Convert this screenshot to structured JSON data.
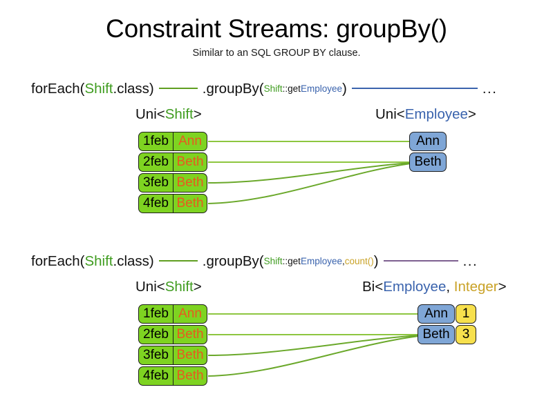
{
  "header": {
    "title": "Constraint Streams: groupBy()",
    "subtitle": "Similar to an SQL GROUP BY clause."
  },
  "colors": {
    "shift_green": "#7ed321",
    "shift_text_green": "#3f9c1f",
    "employee_blue": "#7fa6d6",
    "employee_text_blue": "#3a63ad",
    "count_yellow": "#f7e04d",
    "count_text_gold": "#c9a227",
    "name_orange": "#e8591f",
    "connector_green": "#6aa82a",
    "connector_blue": "#3a63ad",
    "connector_purple": "#7d5f8f",
    "border_dark": "#1d1d1d"
  },
  "sections": [
    {
      "id": "groupby-single",
      "code": {
        "for_each": "forEach(",
        "for_each_type": "Shift",
        "for_each_tail": ".class)",
        "group_by": ".groupBy(",
        "arg_class": "Shift",
        "arg_sep": "::get",
        "arg_prop": "Employee",
        "group_by_tail": ")",
        "ellipsis": "..."
      },
      "left_type": {
        "prefix": "Uni<",
        "generic": "Shift",
        "suffix": ">"
      },
      "right_type": {
        "prefix": "Uni<",
        "generic": "Employee",
        "suffix": ">"
      },
      "shifts": [
        {
          "date": "1feb",
          "employee": "Ann"
        },
        {
          "date": "2feb",
          "employee": "Beth"
        },
        {
          "date": "3feb",
          "employee": "Beth"
        },
        {
          "date": "4feb",
          "employee": "Beth"
        }
      ],
      "groups": [
        {
          "employee": "Ann",
          "count": null
        },
        {
          "employee": "Beth",
          "count": null
        }
      ],
      "mapping": [
        0,
        1,
        1,
        1
      ]
    },
    {
      "id": "groupby-count",
      "code": {
        "for_each": "forEach(",
        "for_each_type": "Shift",
        "for_each_tail": ".class)",
        "group_by": ".groupBy(",
        "arg_class": "Shift",
        "arg_sep": "::get",
        "arg_prop": "Employee",
        "arg_comma": ", ",
        "arg_collector": "count()",
        "group_by_tail": ")",
        "ellipsis": "..."
      },
      "left_type": {
        "prefix": "Uni<",
        "generic": "Shift",
        "suffix": ">"
      },
      "right_type": {
        "prefix": "Bi<",
        "generic": "Employee",
        "comma": ", ",
        "generic2": "Integer",
        "suffix": ">"
      },
      "shifts": [
        {
          "date": "1feb",
          "employee": "Ann"
        },
        {
          "date": "2feb",
          "employee": "Beth"
        },
        {
          "date": "3feb",
          "employee": "Beth"
        },
        {
          "date": "4feb",
          "employee": "Beth"
        }
      ],
      "groups": [
        {
          "employee": "Ann",
          "count": "1"
        },
        {
          "employee": "Beth",
          "count": "3"
        }
      ],
      "mapping": [
        0,
        1,
        1,
        1
      ]
    }
  ]
}
